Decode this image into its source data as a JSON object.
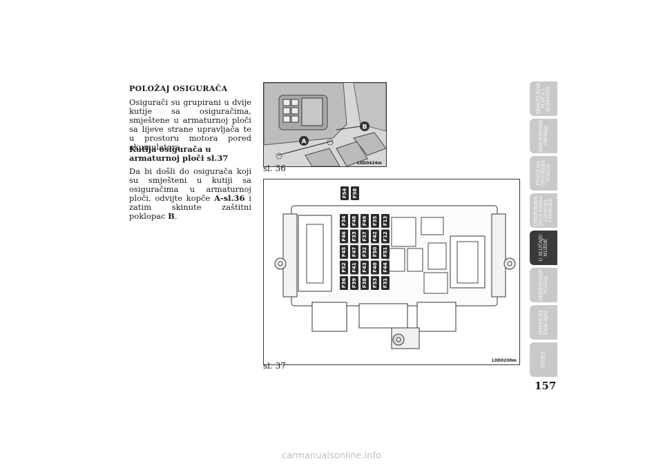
{
  "section_heading": "POLOŽAJ OSIGURAČA",
  "intro_text": "Osigurači su grupirani u dvije kutije sa osiguračima, smještene u armaturnoj ploči sa lijeve strane upravljača te u prostoru motora pored akumulatora.",
  "subheading": "Kutija osigurača u armaturnoj ploči sl.37",
  "body_text_1": "Da bi došli do osigurača koji su smješteni u kutiji sa osiguračima u armaturnoj ploči, odvijte kopče ",
  "body_ref_1": "A-sl.36",
  "body_text_2": " i zatim skinute zaštitni poklopac ",
  "body_ref_2": "B",
  "body_text_3": ".",
  "fig36": {
    "caption": "sl. 36",
    "code": "L0D0424m",
    "label_a": "A",
    "label_b": "B"
  },
  "fig37": {
    "caption": "sl. 37",
    "code": "L0D0200m",
    "top_fuses": [
      "F54",
      "F58"
    ],
    "fuse_columns": [
      [
        "F36",
        "F52",
        "F45",
        "F46",
        "F34"
      ],
      [
        "F39",
        "F41",
        "F47",
        "F33",
        "F48"
      ],
      [
        "F38",
        "F43",
        "F32",
        "F37",
        "F49"
      ],
      [
        "F53",
        "F40",
        "F50",
        "F42",
        "F35"
      ],
      [
        "F31",
        "F44",
        "F51",
        "F12",
        "F13"
      ]
    ]
  },
  "side_tabs": [
    {
      "label": "ARMATURNA\nPLOČA I\nKOMANDE",
      "active": false
    },
    {
      "label": "SIGURNOSNI\nUREĐAJI",
      "active": false
    },
    {
      "label": "PRAVILNA\nUPOTREBA\nVOZILA",
      "active": false
    },
    {
      "label": "UPOZORAVA-\nJUĆA SIGNA-\nLIZACIJA\nI PORUKE",
      "active": false
    },
    {
      "label": "U SLUČAJU\nNUŽDE",
      "active": true
    },
    {
      "label": "ODRŽAVANJE\nVOZILA",
      "active": false
    },
    {
      "label": "TEHNIČKE\nZNAČAJKE",
      "active": false
    },
    {
      "label": "INDEX",
      "active": false
    }
  ],
  "page_number": "157",
  "watermark": "carmanualsonline.info"
}
